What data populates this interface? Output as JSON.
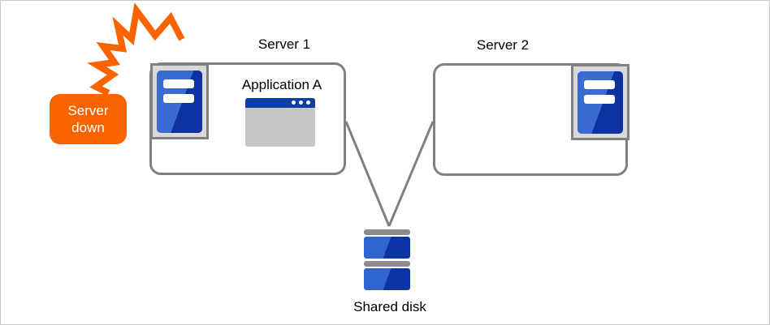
{
  "diagram": {
    "server1": {
      "label": "Server 1",
      "application_label": "Application A"
    },
    "server2": {
      "label": "Server 2"
    },
    "callout": {
      "label": "Server down"
    },
    "shared_disk": {
      "label": "Shared disk"
    }
  },
  "colors": {
    "accent_orange": "#fa6400",
    "server_blue_light": "#3a6bd0",
    "server_blue_dark": "#0d33a2",
    "line_gray": "#808080",
    "icon_frame_fill": "#d9d9d9",
    "window_titlebar_blue": "#0b3fa5",
    "window_body_gray": "#c6c6c6",
    "disk_bar_gray": "#8c8c8c"
  }
}
